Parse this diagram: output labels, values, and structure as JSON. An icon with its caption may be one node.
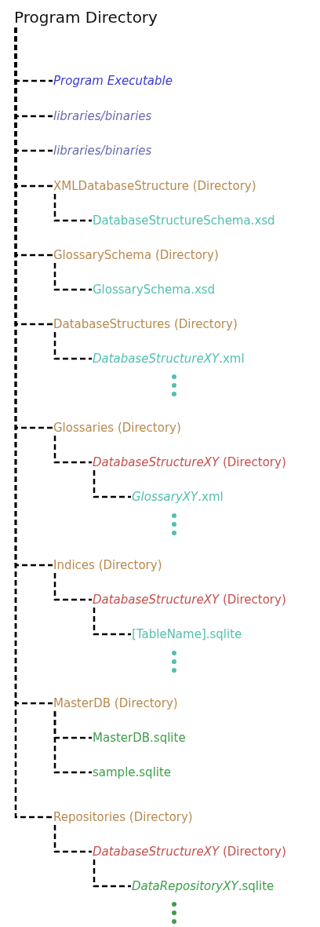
{
  "diagram": {
    "nodes": [
      {
        "text": [
          "Program Directory"
        ]
      },
      {
        "text": [
          "Program Executable"
        ]
      },
      {
        "text": [
          "libraries/binaries"
        ]
      },
      {
        "text": [
          "libraries/binaries"
        ]
      },
      {
        "text": [
          "XMLDatabaseStructure (Directory)"
        ]
      },
      {
        "text": [
          "DatabaseStructureSchema.xsd"
        ]
      },
      {
        "text": [
          "GlossarySchema (Directory)"
        ]
      },
      {
        "text": [
          "GlossarySchema.xsd"
        ]
      },
      {
        "text": [
          "DatabaseStructures (Directory)"
        ]
      },
      {
        "text": [
          "*DatabaseStructureXY*.xml"
        ]
      },
      {
        "text": [
          "Glossaries (Directory)"
        ]
      },
      {
        "text": [
          "*DatabaseStructureXY* (Directory)"
        ]
      },
      {
        "text": [
          "*GlossaryXY*.xml"
        ]
      },
      {
        "text": [
          "Indices (Directory)"
        ]
      },
      {
        "text": [
          "*DatabaseStructureXY* (Directory)"
        ]
      },
      {
        "text": [
          "[TableName].sqlite"
        ]
      },
      {
        "text": [
          "MasterDB (Directory)"
        ]
      },
      {
        "text": [
          "MasterDB.sqlite"
        ]
      },
      {
        "text": [
          "sample.sqlite"
        ]
      },
      {
        "text": [
          "Repositories (Directory)"
        ]
      },
      {
        "text": [
          "*DatabaseStructureXY* (Directory)"
        ]
      },
      {
        "text": [
          "*DataRepositoryXY*.sqlite"
        ]
      }
    ],
    "edges": [
      {
        "from": 0,
        "to": 1,
        "arrow": "none",
        "style": "dashed"
      },
      {
        "from": 0,
        "to": 2,
        "arrow": "none",
        "style": "dashed"
      },
      {
        "from": 0,
        "to": 3,
        "arrow": "none",
        "style": "dashed"
      },
      {
        "from": 0,
        "to": 4,
        "arrow": "none",
        "style": "dashed"
      },
      {
        "from": 4,
        "to": 5,
        "arrow": "none",
        "style": "dashed"
      },
      {
        "from": 0,
        "to": 6,
        "arrow": "none",
        "style": "dashed"
      },
      {
        "from": 6,
        "to": 7,
        "arrow": "none",
        "style": "dashed"
      },
      {
        "from": 0,
        "to": 8,
        "arrow": "none",
        "style": "dashed"
      },
      {
        "from": 8,
        "to": 9,
        "arrow": "none",
        "style": "dashed"
      },
      {
        "from": 0,
        "to": 10,
        "arrow": "none",
        "style": "dashed"
      },
      {
        "from": 10,
        "to": 11,
        "arrow": "none",
        "style": "dashed"
      },
      {
        "from": 11,
        "to": 12,
        "arrow": "none",
        "style": "dashed"
      },
      {
        "from": 0,
        "to": 13,
        "arrow": "none",
        "style": "dashed"
      },
      {
        "from": 13,
        "to": 14,
        "arrow": "none",
        "style": "dashed"
      },
      {
        "from": 14,
        "to": 15,
        "arrow": "none",
        "style": "dashed"
      },
      {
        "from": 0,
        "to": 16,
        "arrow": "none",
        "style": "dashed"
      },
      {
        "from": 16,
        "to": 17,
        "arrow": "none",
        "style": "dashed"
      },
      {
        "from": 16,
        "to": 18,
        "arrow": "none",
        "style": "dashed"
      },
      {
        "from": 0,
        "to": 19,
        "arrow": "none",
        "style": "dashed"
      },
      {
        "from": 19,
        "to": 20,
        "arrow": "none",
        "style": "dashed"
      },
      {
        "from": 20,
        "to": 21,
        "arrow": "none",
        "style": "dashed"
      }
    ]
  }
}
